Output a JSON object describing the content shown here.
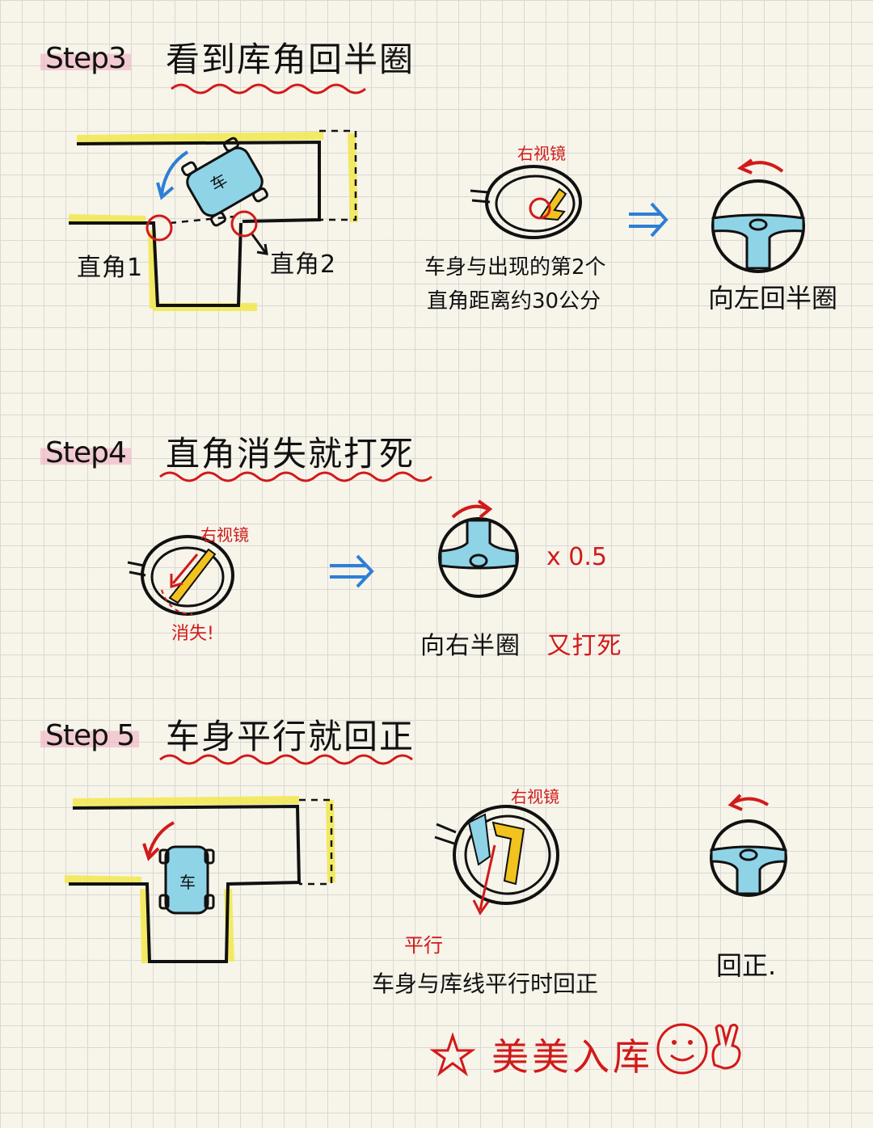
{
  "step3": {
    "label": "Step3",
    "title": "看到库角回半圈",
    "corner1": "直角1",
    "corner2": "直角2",
    "mirror_label": "右视镜",
    "mirror_caption_line1": "车身与出现的第2个",
    "mirror_caption_line2": "直角距离约30公分",
    "wheel_caption": "向左回半圈",
    "car_text": "车"
  },
  "step4": {
    "label": "Step4",
    "title": "直角消失就打死",
    "mirror_label": "右视镜",
    "vanish_label": "消失!",
    "multiplier": "x 0.5",
    "caption_black": "向右半圈",
    "caption_red": "又打死"
  },
  "step5": {
    "label": "Step 5",
    "title": "车身平行就回正",
    "mirror_label": "右视镜",
    "parallel_label": "平行",
    "mirror_caption": "车身与库线平行时回正",
    "wheel_caption": "回正.",
    "car_text": "车"
  },
  "footer": {
    "text": "美美入库"
  },
  "colors": {
    "yellow": "#f2e94e",
    "blue": "#8fd3e6",
    "red": "#d11a1a",
    "arrow_blue": "#2d7fd6",
    "pink": "#f0aabe"
  }
}
